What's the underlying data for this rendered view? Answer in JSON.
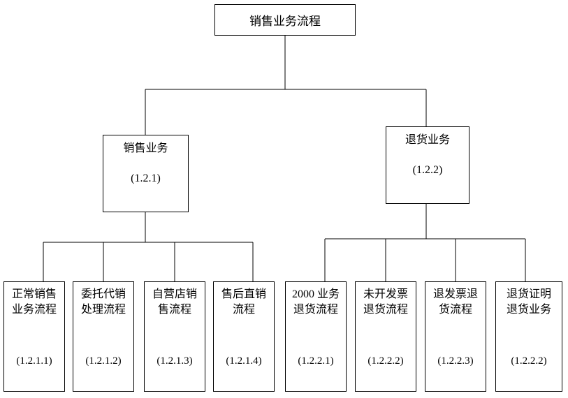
{
  "colors": {
    "line": "#000000",
    "text": "#000000",
    "background": "#ffffff"
  },
  "diagram": {
    "type": "org-flowchart",
    "root": {
      "label": "销售业务流程"
    },
    "branches": [
      {
        "title": "销售业务",
        "code": "(1.2.1)"
      },
      {
        "title": "退货业务",
        "code": "(1.2.2)"
      }
    ],
    "leaves": [
      {
        "line1": "正常销售",
        "line2": "业务流程",
        "code": "(1.2.1.1)",
        "parent": "(1.2.1)"
      },
      {
        "line1": "委托代销",
        "line2": "处理流程",
        "code": "(1.2.1.2)",
        "parent": "(1.2.1)"
      },
      {
        "line1": "自营店销",
        "line2": "售流程",
        "code": "(1.2.1.3)",
        "parent": "(1.2.1)"
      },
      {
        "line1": "售后直销",
        "line2": "流程",
        "code": "(1.2.1.4)",
        "parent": "(1.2.1)"
      },
      {
        "line1": "2000 业务",
        "line2": "退货流程",
        "code": "(1.2.2.1)",
        "parent": "(1.2.2)"
      },
      {
        "line1": "未开发票",
        "line2": "退货流程",
        "code": "(1.2.2.2)",
        "parent": "(1.2.2)"
      },
      {
        "line1": "退发票退",
        "line2": "货流程",
        "code": "(1.2.2.3)",
        "parent": "(1.2.2)"
      },
      {
        "line1": "退货证明",
        "line2": "退货业务",
        "code": "(1.2.2.2)",
        "parent": "(1.2.2)"
      }
    ]
  }
}
